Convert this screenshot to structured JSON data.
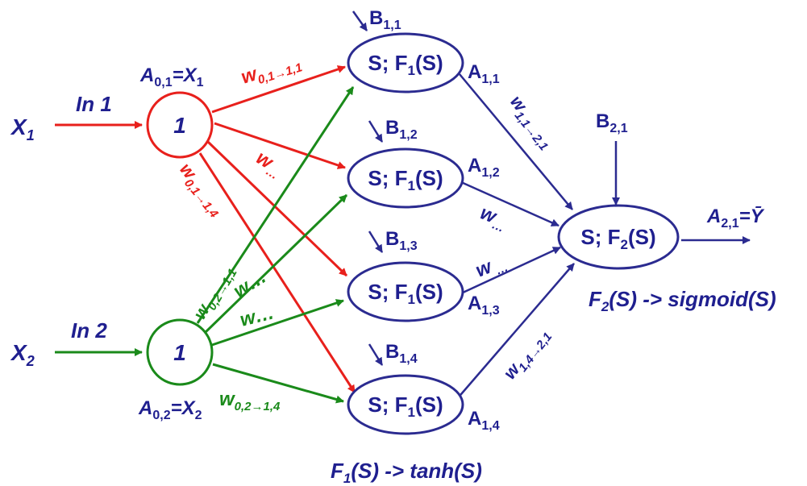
{
  "colors": {
    "navy": "#2b2b90",
    "red": "#e8201c",
    "green": "#1a8a1a"
  },
  "inputs": [
    {
      "symbol": "X",
      "sub": "1",
      "edge_label": "In 1",
      "node_text": "1",
      "activation": {
        "base": "A",
        "sub": "0,1",
        "rhs": "=X",
        "rhs_sub": "1"
      }
    },
    {
      "symbol": "X",
      "sub": "2",
      "edge_label": "In 2",
      "node_text": "1",
      "activation": {
        "base": "A",
        "sub": "0,2",
        "rhs": "=X",
        "rhs_sub": "2"
      }
    }
  ],
  "hidden": [
    {
      "text": "S; F",
      "fsub": "1",
      "text_end": "(S)",
      "bias": "B",
      "bias_sub": "1,1",
      "out": "A",
      "out_sub": "1,1"
    },
    {
      "text": "S; F",
      "fsub": "1",
      "text_end": "(S)",
      "bias": "B",
      "bias_sub": "1,2",
      "out": "A",
      "out_sub": "1,2"
    },
    {
      "text": "S; F",
      "fsub": "1",
      "text_end": "(S)",
      "bias": "B",
      "bias_sub": "1,3",
      "out": "A",
      "out_sub": "1,3"
    },
    {
      "text": "S; F",
      "fsub": "1",
      "text_end": "(S)",
      "bias": "B",
      "bias_sub": "1,4",
      "out": "A",
      "out_sub": "1,4"
    }
  ],
  "output": {
    "text": "S; F",
    "fsub": "2",
    "text_end": "(S)",
    "bias": "B",
    "bias_sub": "2,1",
    "result": "A",
    "result_sub": "2,1",
    "result_rhs": "=Ȳ"
  },
  "weights": {
    "w_01_11": {
      "base": "w",
      "sub": "0,1→1,1"
    },
    "w_01_dots": {
      "base": "w",
      "sub": "…"
    },
    "w_01_14": {
      "base": "w",
      "sub": "0,1→1,4"
    },
    "w_02_11": {
      "base": "w",
      "sub": "0,2→1,1"
    },
    "w_02_a": "w…",
    "w_02_b": "w…",
    "w_02_14": {
      "base": "w",
      "sub": "0,2→1,4"
    },
    "w_11_21": {
      "base": "w",
      "sub": "1,1→2,1"
    },
    "w_12_dots": {
      "base": "w",
      "sub": "…"
    },
    "w_13_dots": {
      "base": "w",
      "sub": " …"
    },
    "w_14_21": {
      "base": "w",
      "sub": "1,4→2,1"
    }
  },
  "notes": {
    "f1": {
      "base": "F",
      "sub": "1",
      "rest": "(S) -> tanh(S)"
    },
    "f2": {
      "base": "F",
      "sub": "2",
      "rest": "(S) -> sigmoid(S)"
    }
  }
}
